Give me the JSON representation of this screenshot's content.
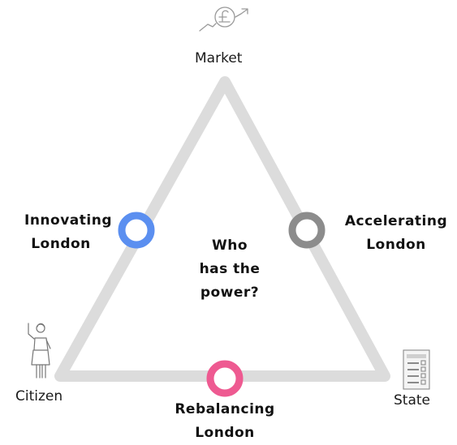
{
  "diagram": {
    "center_question": [
      "Who",
      "has the",
      "power?"
    ],
    "corners": {
      "market": {
        "label": "Market",
        "icon": "pound-growth-icon"
      },
      "citizen": {
        "label": "Citizen",
        "icon": "person-raising-hand-icon"
      },
      "state": {
        "label": "State",
        "icon": "ballot-paper-icon"
      }
    },
    "scenarios": [
      {
        "id": "innovating",
        "lines": [
          "Innovating",
          "London"
        ],
        "color": "#5b8ff0",
        "position": "between market and citizen"
      },
      {
        "id": "accelerating",
        "lines": [
          "Accelerating",
          "London"
        ],
        "color": "#8c8c8c",
        "position": "between market and state"
      },
      {
        "id": "rebalancing",
        "lines": [
          "Rebalancing",
          "London"
        ],
        "color": "#ee5a91",
        "position": "between citizen and state"
      }
    ],
    "colors": {
      "triangle": "#dcdcdc"
    }
  }
}
